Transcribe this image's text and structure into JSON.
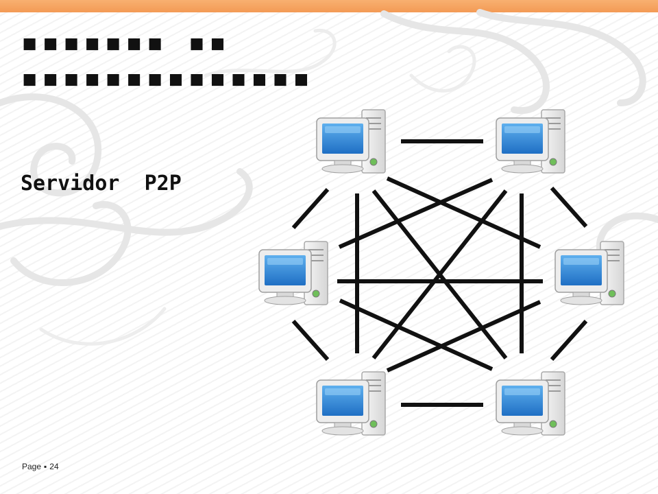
{
  "slide": {
    "title_line1": "▪▪▪▪▪▪▪ ▪▪",
    "title_line2": "▪▪▪▪▪▪▪▪▪▪▪▪▪▪",
    "subtitle": "Servidor  P2P"
  },
  "footer": {
    "page_label": "Page",
    "separator": "▪",
    "page_number": "24"
  },
  "diagram": {
    "nodes": [
      {
        "id": "pc-top-left",
        "icon": "computer-icon"
      },
      {
        "id": "pc-top-right",
        "icon": "computer-icon"
      },
      {
        "id": "pc-mid-left",
        "icon": "computer-icon"
      },
      {
        "id": "pc-mid-right",
        "icon": "computer-icon"
      },
      {
        "id": "pc-bottom-left",
        "icon": "computer-icon"
      },
      {
        "id": "pc-bottom-right",
        "icon": "computer-icon"
      }
    ],
    "links": [
      [
        "pc-top-left",
        "pc-top-right"
      ],
      [
        "pc-top-left",
        "pc-mid-left"
      ],
      [
        "pc-top-left",
        "pc-mid-right"
      ],
      [
        "pc-top-left",
        "pc-bottom-left"
      ],
      [
        "pc-top-left",
        "pc-bottom-right"
      ],
      [
        "pc-top-right",
        "pc-mid-left"
      ],
      [
        "pc-top-right",
        "pc-mid-right"
      ],
      [
        "pc-top-right",
        "pc-bottom-left"
      ],
      [
        "pc-top-right",
        "pc-bottom-right"
      ],
      [
        "pc-mid-left",
        "pc-mid-right"
      ],
      [
        "pc-mid-left",
        "pc-bottom-left"
      ],
      [
        "pc-mid-left",
        "pc-bottom-right"
      ],
      [
        "pc-mid-right",
        "pc-bottom-left"
      ],
      [
        "pc-mid-right",
        "pc-bottom-right"
      ],
      [
        "pc-bottom-left",
        "pc-bottom-right"
      ]
    ],
    "colors": {
      "screen": "#2e86d6",
      "screen_glow": "#8cc8f4",
      "case": "#e8e8e8",
      "case_edge": "#a9a9a9",
      "line": "#111111"
    }
  },
  "theme": {
    "accent": "#f39a55",
    "swirl": "#e7e7e7"
  }
}
